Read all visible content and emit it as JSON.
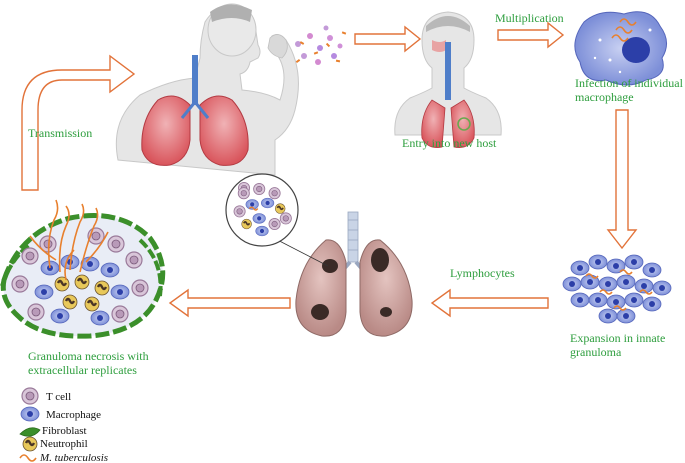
{
  "labels": {
    "transmission": "Transmission",
    "multiplication": "Multiplication",
    "entry": "Entry into new host",
    "infection_line1": "Infection of individual",
    "infection_line2": "macrophage",
    "lymphocytes": "Lymphocytes",
    "expansion_line1": "Expansion in innate",
    "expansion_line2": "granuloma",
    "necrosis_line1": "Granuloma necrosis with",
    "necrosis_line2": "extracellular replicates"
  },
  "legend": {
    "t_cell": "T cell",
    "macrophage": "Macrophage",
    "fibroblast": "Fibroblast",
    "neutrophil": "Neutrophil",
    "mtb": "M. tuberculosis"
  },
  "colors": {
    "label_green": "#2e9e3e",
    "arrow_orange": "#e2733a",
    "lung_red": "#d9555c",
    "lung_brown": "#b98a86",
    "macrophage_blue": "#7d8fd8",
    "macrophage_nucleus": "#2c3fa8",
    "tcell_purple": "#b89ab8",
    "fibroblast_green": "#3b8f2a",
    "neutrophil_brown": "#4a3526",
    "bacteria_orange": "#e8802e",
    "skin": "#e6e6e6"
  }
}
